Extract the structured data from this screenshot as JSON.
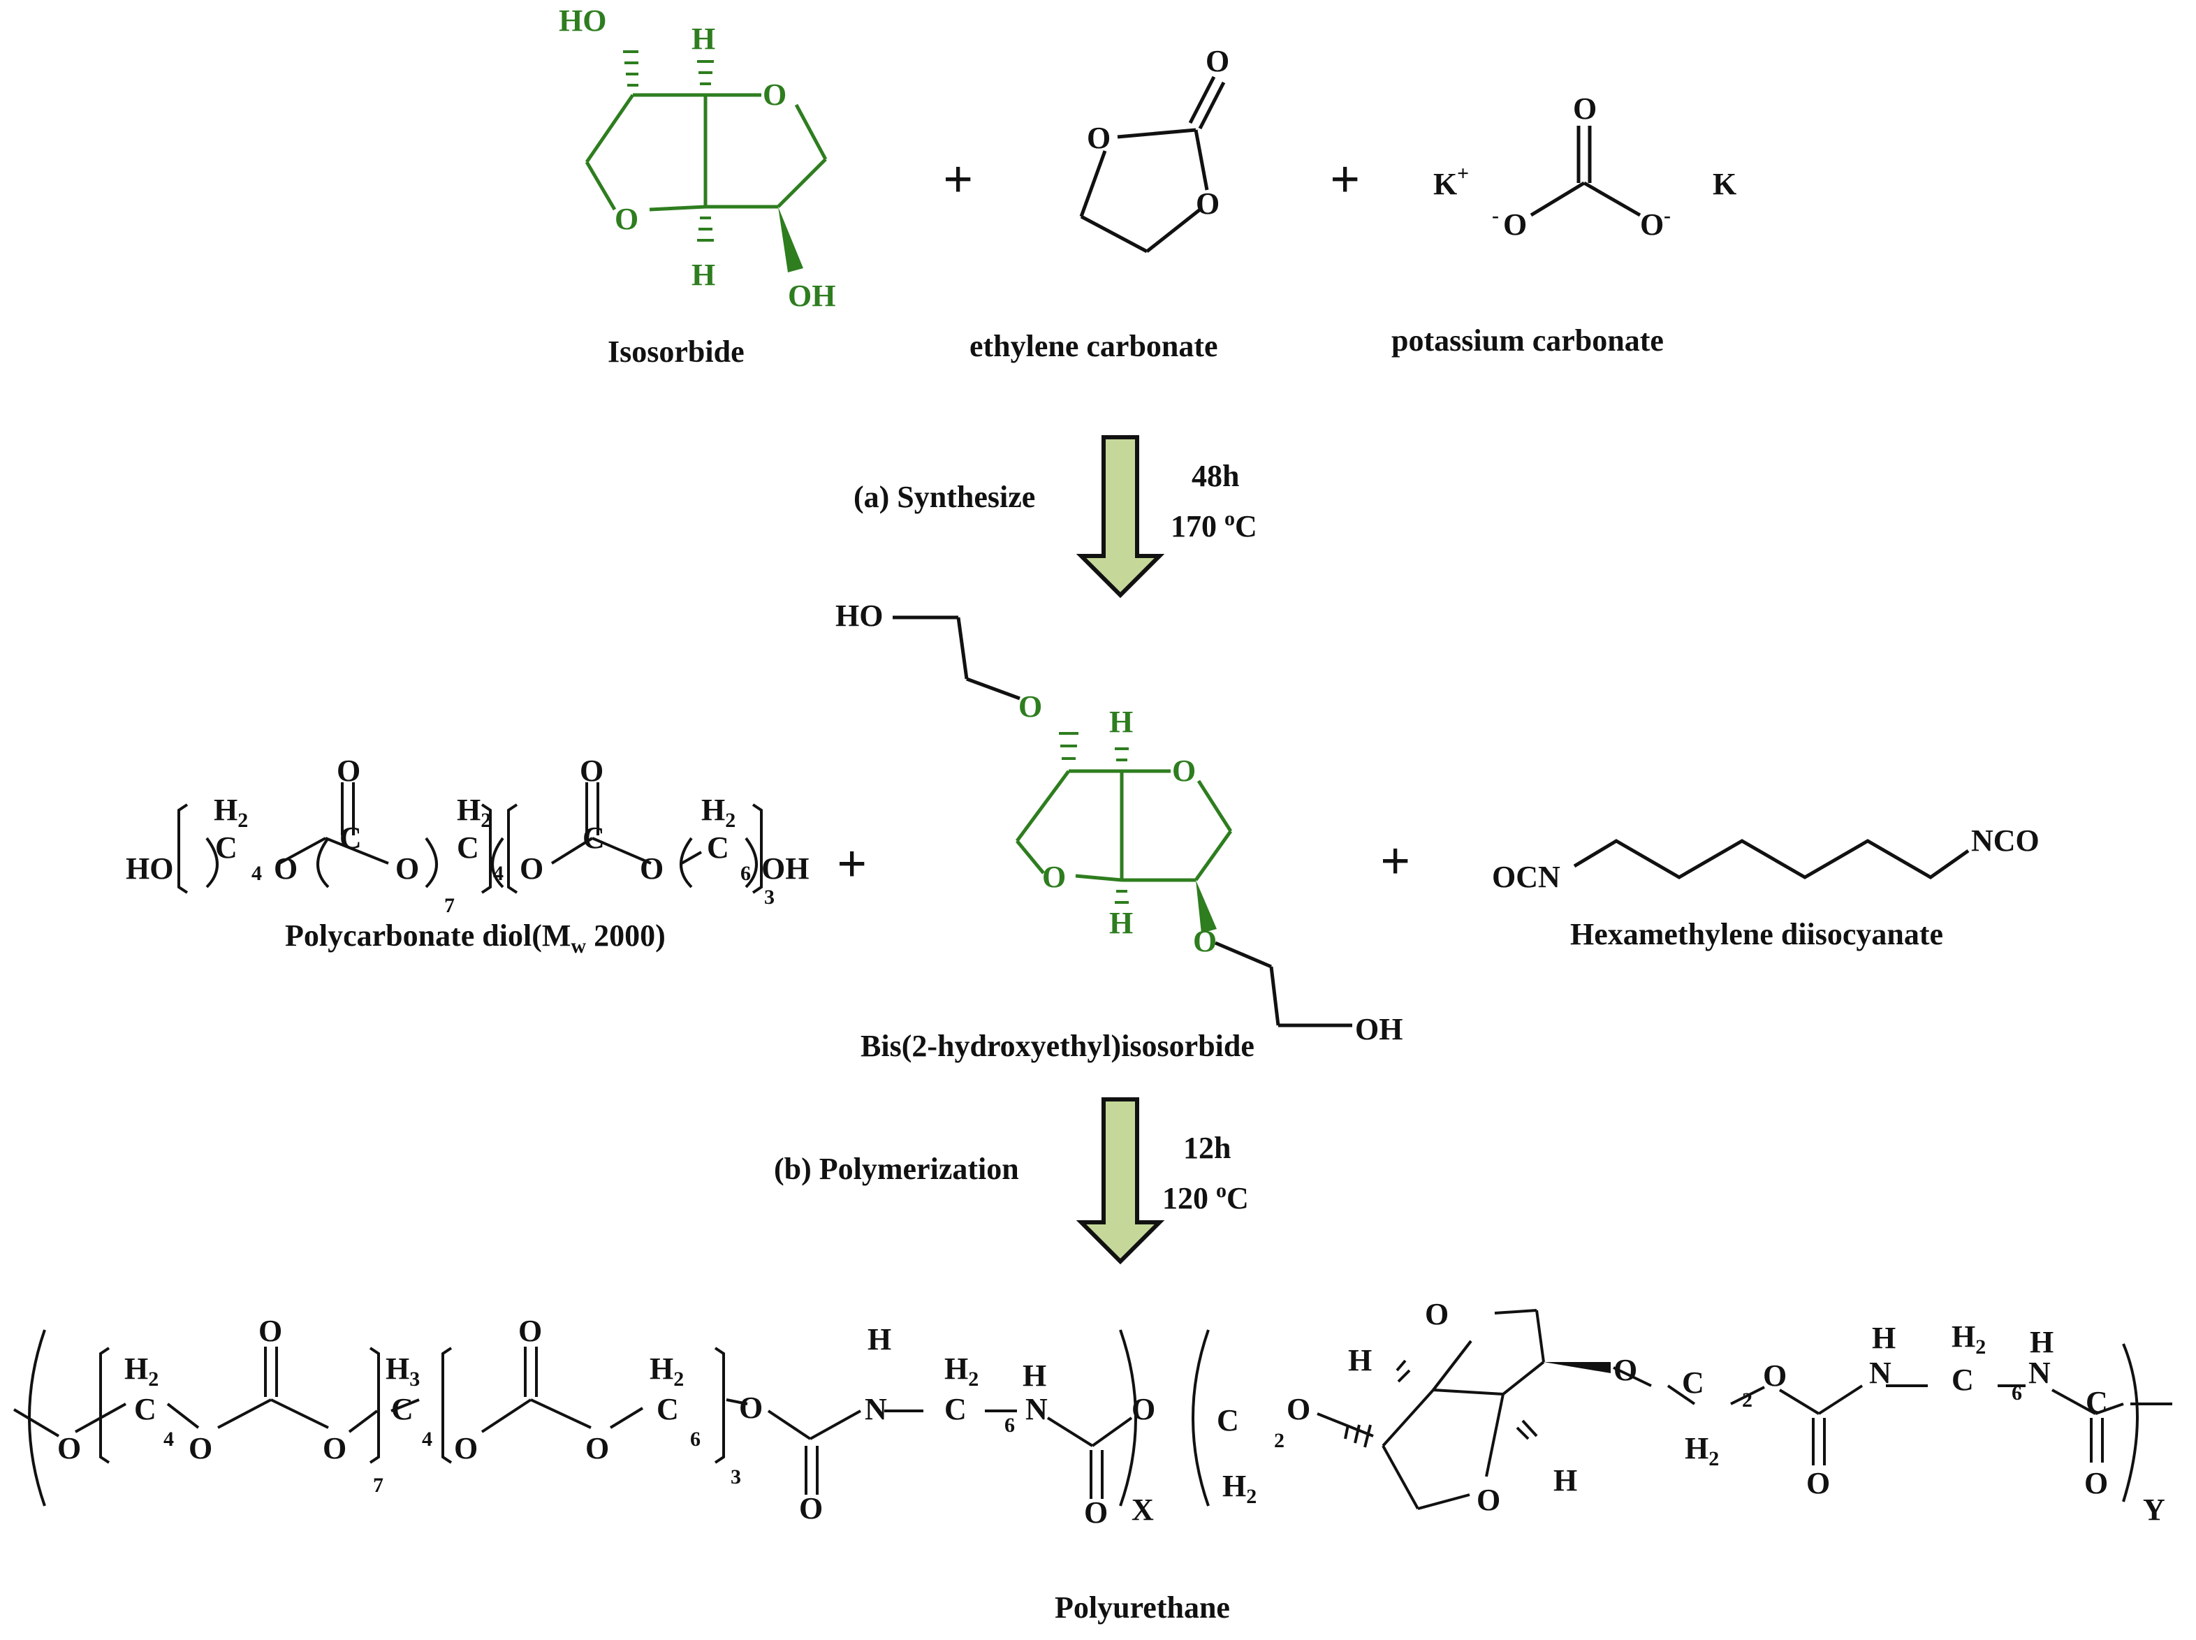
{
  "colors": {
    "green_structure": "#2e7d1f",
    "black_structure": "#111111",
    "arrow_fill": "#c5d89a",
    "arrow_stroke": "#111111"
  },
  "reactants_step1": {
    "isosorbide": {
      "name": "Isosorbide",
      "atoms": {
        "ho": "HO",
        "oh": "OH",
        "h_top": "H",
        "h_bot": "H",
        "o_ring1": "O",
        "o_ring2": "O"
      }
    },
    "plus1": "+",
    "ethylene_carbonate": {
      "name": "ethylene carbonate",
      "atoms": {
        "o_carbonyl": "O",
        "o_left": "O",
        "o_right": "O"
      }
    },
    "plus2": "+",
    "potassium_carbonate": {
      "name": "potassium carbonate",
      "atoms": {
        "k_plus": "K",
        "k_plus_sup": "+",
        "k_right": "K",
        "o_top": "O",
        "o_left": "O",
        "o_right": "O",
        "minus": "-"
      }
    }
  },
  "step_a": {
    "label": "(a) Synthesize",
    "time": "48h",
    "temp_value": "170",
    "temp_unit_sup": "o",
    "temp_unit": "C"
  },
  "reactants_step2": {
    "polycarbonate_diol": {
      "name_main": "Polycarbonate diol(M",
      "name_sub": "w",
      "name_tail": " 2000)",
      "atoms": {
        "ho": "HO",
        "h2": "H",
        "h2_sub": "2",
        "c": "C",
        "o": "O",
        "oh": "OH",
        "n4": "4",
        "n7": "7",
        "n6": "6",
        "n3": "3"
      }
    },
    "plus1": "+",
    "bis_isosorbide": {
      "name": "Bis(2-hydroxyethyl)isosorbide",
      "atoms": {
        "ho": "HO",
        "oh": "OH",
        "o": "O",
        "h": "H"
      }
    },
    "plus2": "+",
    "hdi": {
      "name": "Hexamethylene diisocyanate",
      "atoms": {
        "ocn": "OCN",
        "nco": "NCO"
      }
    }
  },
  "step_b": {
    "label": "(b) Polymerization",
    "time": "12h",
    "temp_value": "120",
    "temp_unit_sup": "o",
    "temp_unit": "C"
  },
  "product": {
    "name": "Polyurethane",
    "atoms": {
      "o": "O",
      "h": "H",
      "h2": "H",
      "h2_sub": "2",
      "h3": "H",
      "h3_sub": "3",
      "c": "C",
      "n": "N",
      "n4": "4",
      "n7": "7",
      "n6": "6",
      "n3": "3",
      "n2": "2",
      "x": "X",
      "y": "Y"
    }
  }
}
